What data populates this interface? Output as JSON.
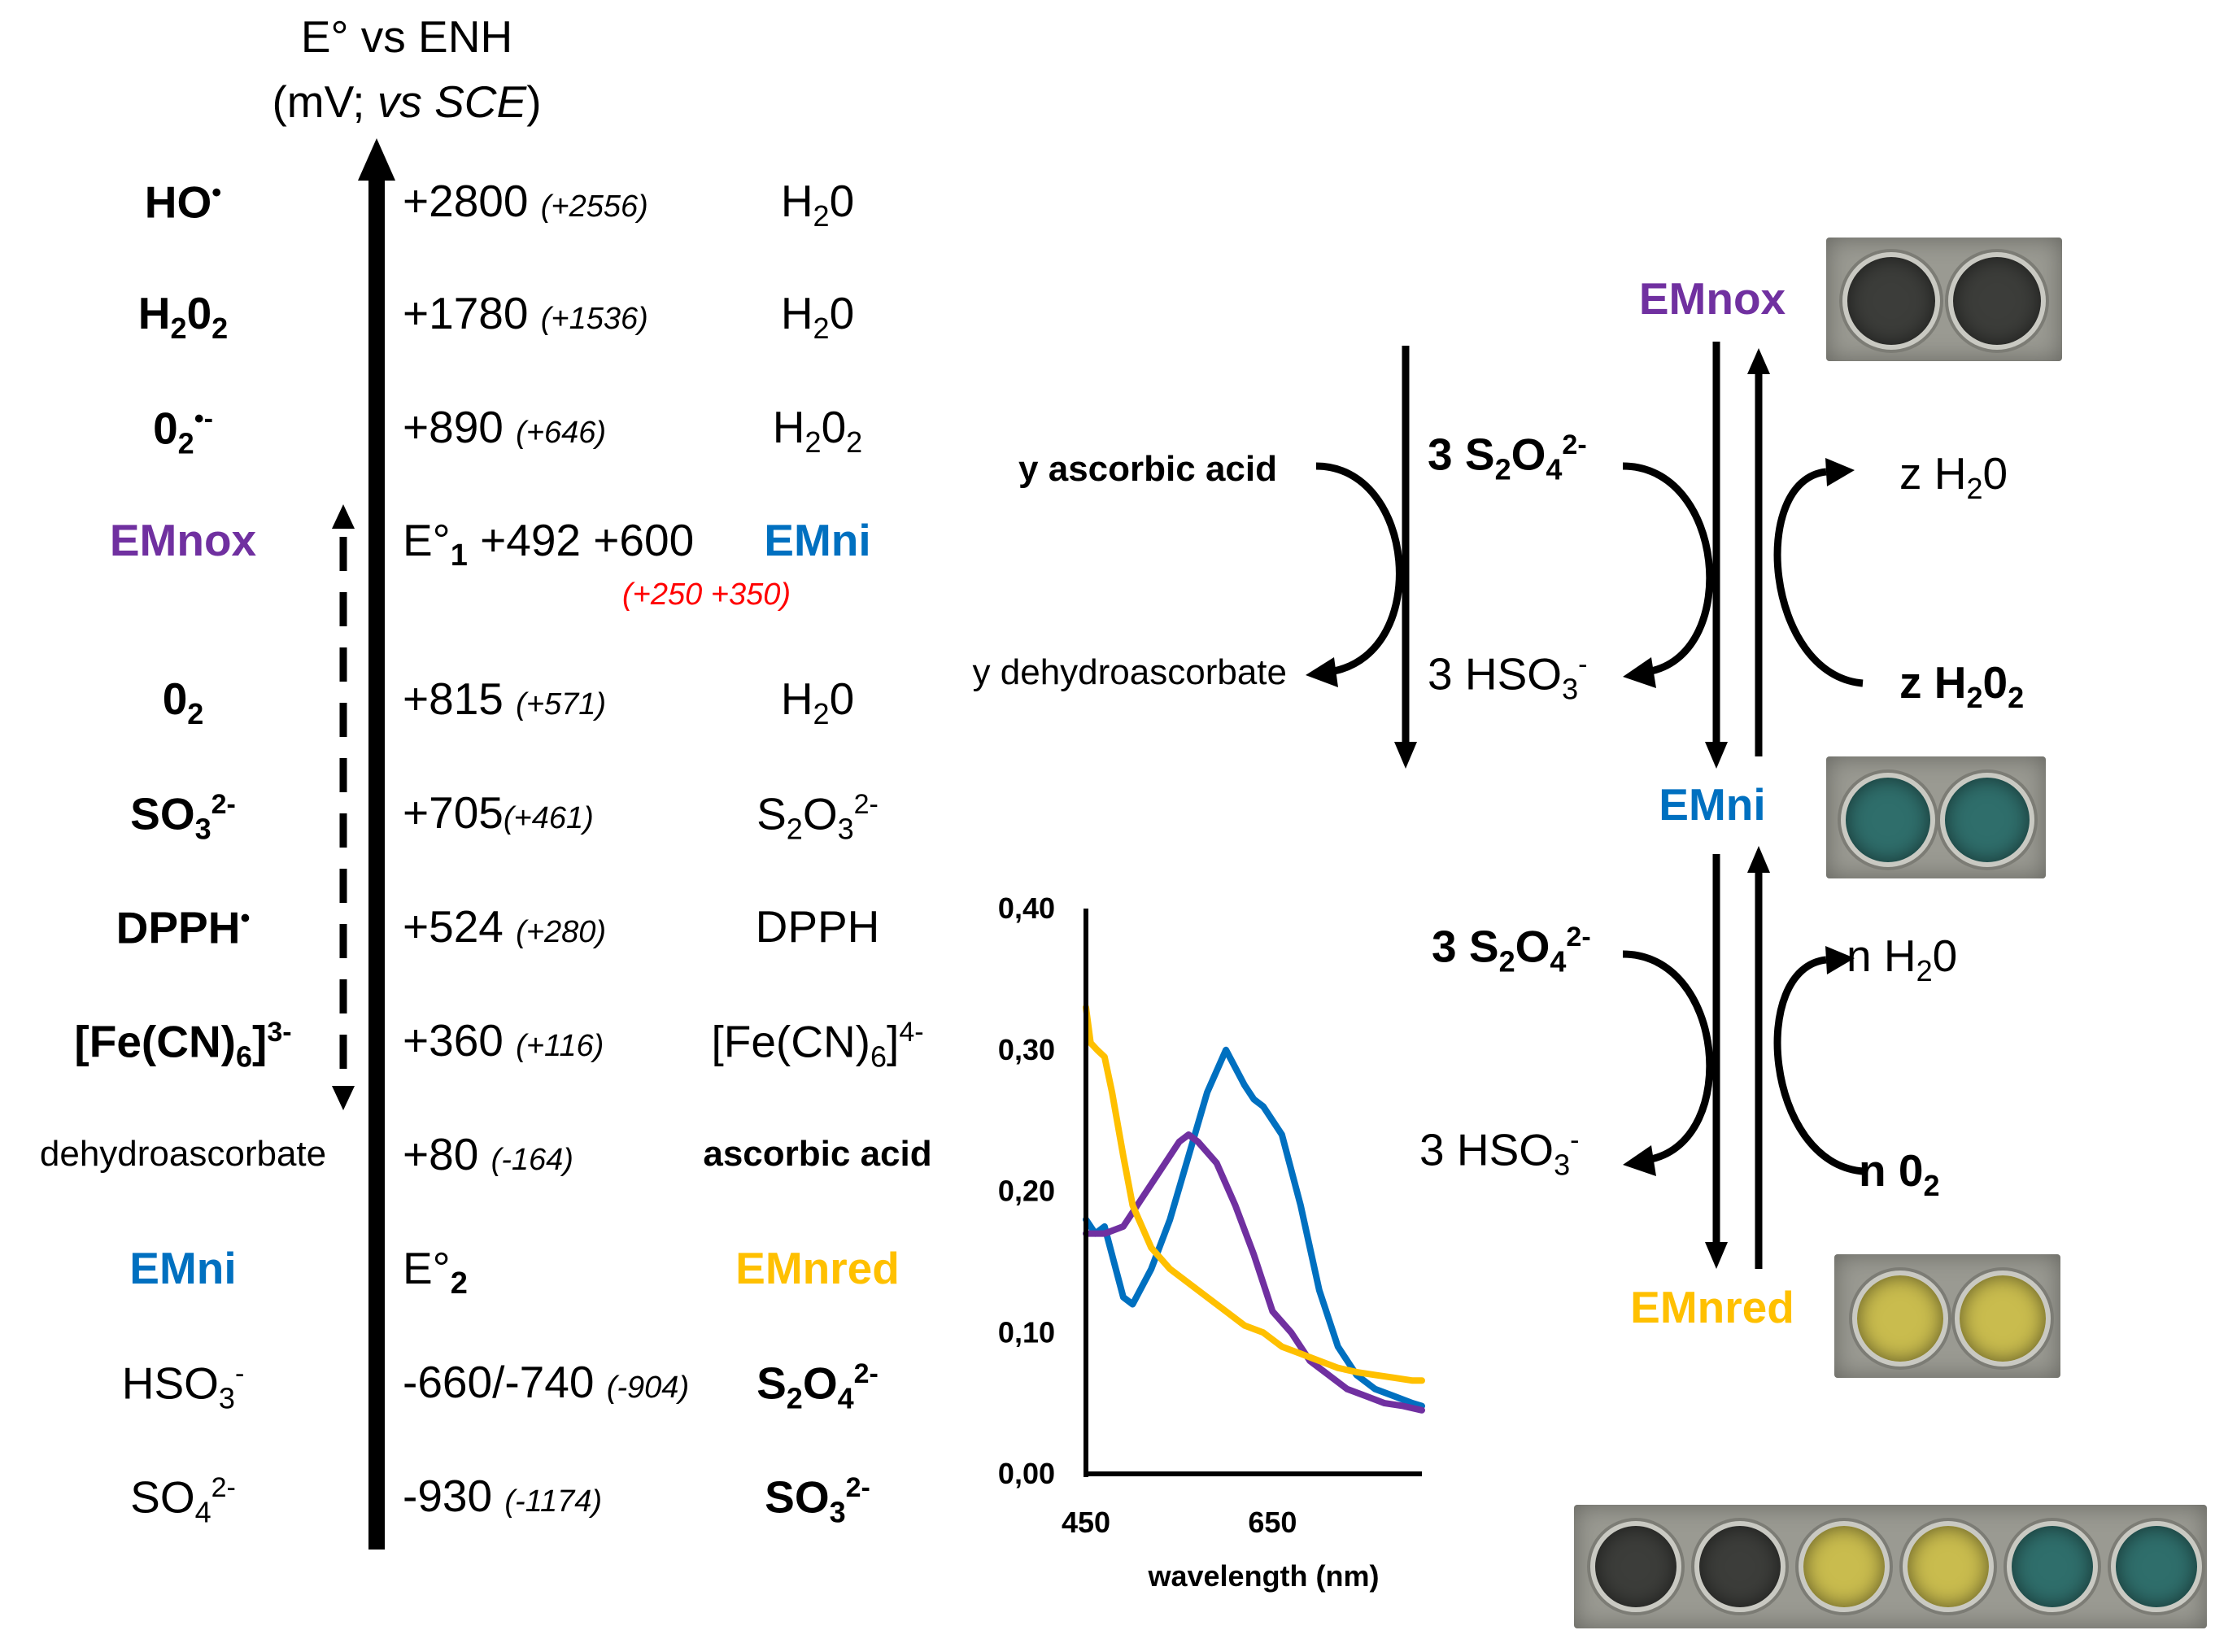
{
  "axis": {
    "title_line1": "E° vs ENH",
    "title_line2_a": "(mV; ",
    "title_line2_b": "vs SCE",
    "title_line2_c": ")"
  },
  "rows": {
    "r1": {
      "ox": "HO",
      "ox_sup": "•",
      "val": "+2800 ",
      "sce": "(+2556)",
      "red": "H",
      "red_sub": "2",
      "red_b": "0"
    },
    "r2": {
      "ox": "H",
      "ox_sub": "2",
      "ox_b": "0",
      "ox_sub2": "2",
      "val": "+1780 ",
      "sce": "(+1536)",
      "red": "H",
      "red_sub": "2",
      "red_b": "0"
    },
    "r3": {
      "ox": "0",
      "ox_sub": "2",
      "ox_sup": "•-",
      "val": "+890 ",
      "sce": "(+646)",
      "red": "H",
      "red_sub": "2",
      "red_b": "0",
      "red_sub2": "2"
    },
    "r4": {
      "ox": "EMnox",
      "val_a": "E°",
      "val_sub": "1",
      "val_b": " +492 +600",
      "sce": "(+250 +350)",
      "red": "EMni"
    },
    "r5": {
      "ox": "0",
      "ox_sub": "2",
      "val": "+815 ",
      "sce": "(+571)",
      "red": "H",
      "red_sub": "2",
      "red_b": "0"
    },
    "r6": {
      "ox": "SO",
      "ox_sub": "3",
      "ox_sup": "2-",
      "val": "+705",
      "sce": "(+461)",
      "red": "S",
      "red_sub": "2",
      "red_b": "O",
      "red_sub2": "3",
      "red_sup": "2-"
    },
    "r7": {
      "ox": "DPPH",
      "ox_sup": "•",
      "val": "+524 ",
      "sce": "(+280)",
      "red": "DPPH"
    },
    "r8": {
      "ox": "[Fe(CN)",
      "ox_sub": "6",
      "ox_b": "]",
      "ox_sup": "3-",
      "val": "+360 ",
      "sce": "(+116)",
      "red": "[Fe(CN)",
      "red_sub": "6",
      "red_b": "]",
      "red_sup": "4-"
    },
    "r9": {
      "ox": "dehydroascorbate",
      "val": "+80 ",
      "sce": "(-164)",
      "red": "ascorbic acid"
    },
    "r10": {
      "ox": "EMni",
      "val_a": "E°",
      "val_sub": "2",
      "red": "EMnred"
    },
    "r11": {
      "ox": "HSO",
      "ox_sub": "3",
      "ox_sup": "-",
      "val": "-660/-740 ",
      "sce": "(-904)",
      "red": "S",
      "red_sub": "2",
      "red_b": "O",
      "red_sub2": "4",
      "red_sup": "2-"
    },
    "r12": {
      "ox": "SO",
      "ox_sub": "4",
      "ox_sup": "2-",
      "val": "-930 ",
      "sce": "(-1174)",
      "red": "SO",
      "red_sub": "3",
      "red_sup": "2-"
    }
  },
  "scheme": {
    "ascorbic": "y ascorbic acid",
    "dehydro": "y dehydroascorbate",
    "dith1": {
      "a": "3 S",
      "sub1": "2",
      "b": "O",
      "sub2": "4",
      "sup": "2-"
    },
    "hso1": {
      "a": "3 HSO",
      "sub": "3",
      "sup": "-"
    },
    "emnox": "EMnox",
    "emni": "EMni",
    "emnred": "EMnred",
    "zh2o": {
      "a": "z H",
      "sub": "2",
      "b": "0"
    },
    "zh2o2": {
      "a": "z H",
      "sub": "2",
      "b": "0",
      "sub2": "2"
    },
    "dith2": {
      "a": "3 S",
      "sub1": "2",
      "b": "O",
      "sub2": "4",
      "sup": "2-"
    },
    "hso2": {
      "a": "3 HSO",
      "sub": "3",
      "sup": "-"
    },
    "nh2o": {
      "a": "n H",
      "sub": "2",
      "b": "0"
    },
    "no2": {
      "a": "n 0",
      "sub": "2"
    }
  },
  "chart_data": {
    "type": "line",
    "xlabel": "wavelength (nm)",
    "ylabel": "",
    "x_ticks": [
      "450",
      "650"
    ],
    "y_ticks": [
      "0,00",
      "0,10",
      "0,20",
      "0,30",
      "0,40"
    ],
    "xlim": [
      450,
      810
    ],
    "ylim": [
      0,
      0.4
    ],
    "colors": {
      "EMnox": "#7030A0",
      "EMni": "#0070C0",
      "EMnred": "#FFC000"
    },
    "series": [
      {
        "color": "#0070C0",
        "x": [
          450,
          460,
          470,
          480,
          490,
          500,
          520,
          540,
          560,
          580,
          600,
          620,
          630,
          640,
          660,
          680,
          700,
          720,
          740,
          760,
          780,
          800,
          810
        ],
        "y": [
          0.18,
          0.17,
          0.175,
          0.15,
          0.125,
          0.12,
          0.145,
          0.18,
          0.225,
          0.27,
          0.3,
          0.275,
          0.265,
          0.26,
          0.24,
          0.19,
          0.13,
          0.09,
          0.07,
          0.06,
          0.055,
          0.05,
          0.048
        ]
      },
      {
        "color": "#7030A0",
        "x": [
          450,
          470,
          490,
          510,
          530,
          550,
          560,
          570,
          590,
          610,
          630,
          650,
          670,
          690,
          710,
          730,
          750,
          770,
          790,
          810
        ],
        "y": [
          0.17,
          0.17,
          0.175,
          0.195,
          0.215,
          0.235,
          0.24,
          0.235,
          0.22,
          0.19,
          0.155,
          0.115,
          0.1,
          0.08,
          0.07,
          0.06,
          0.055,
          0.05,
          0.048,
          0.045
        ]
      },
      {
        "color": "#FFC000",
        "x": [
          450,
          455,
          462,
          470,
          478,
          490,
          500,
          520,
          540,
          560,
          580,
          600,
          620,
          640,
          660,
          680,
          700,
          720,
          740,
          760,
          780,
          800,
          810
        ],
        "y": [
          0.33,
          0.305,
          0.3,
          0.295,
          0.27,
          0.225,
          0.19,
          0.16,
          0.145,
          0.135,
          0.125,
          0.115,
          0.105,
          0.1,
          0.09,
          0.085,
          0.08,
          0.075,
          0.072,
          0.07,
          0.068,
          0.066,
          0.066
        ]
      }
    ]
  },
  "photos": {
    "emnox_wells": "#3c3d3a",
    "emni_wells": "#2f6e6b",
    "emnred_wells": "#c9bc4e"
  }
}
